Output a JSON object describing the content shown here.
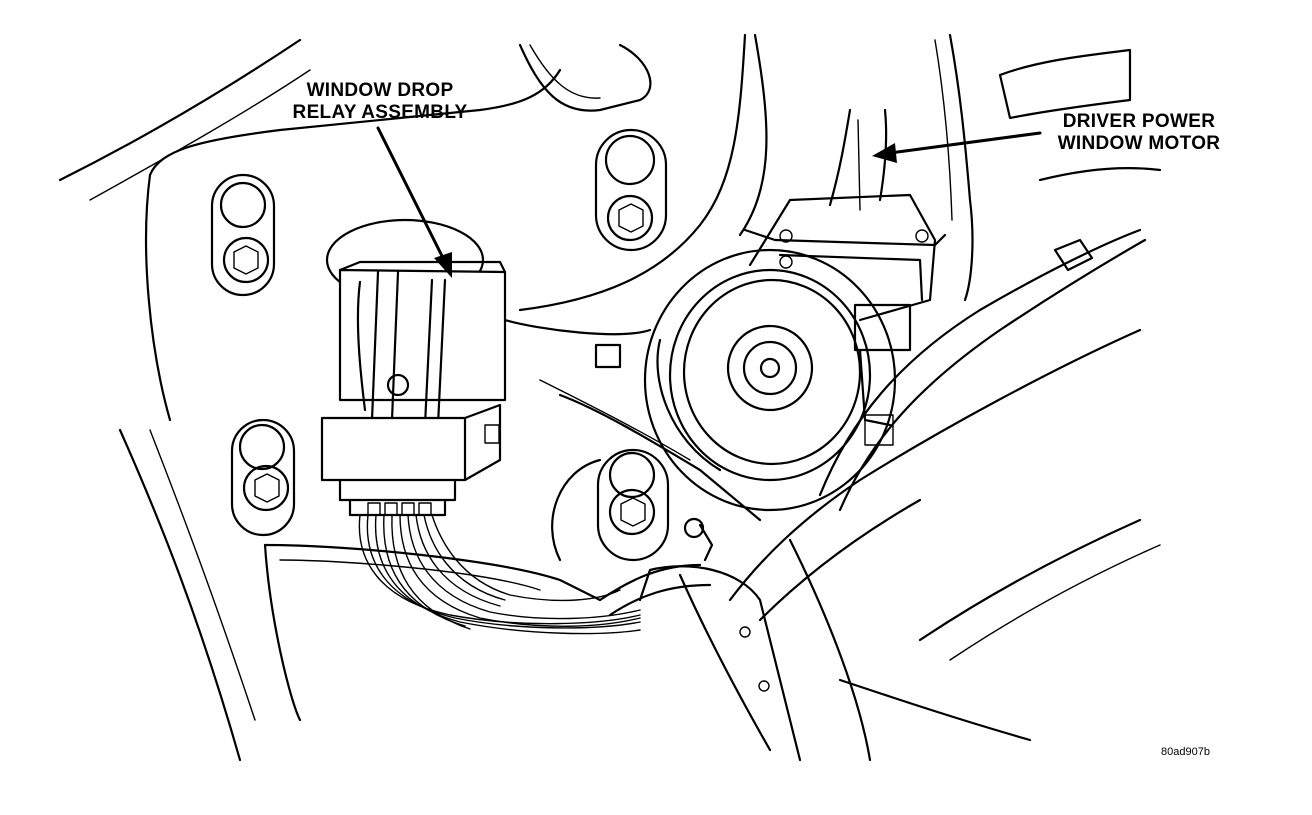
{
  "labels": {
    "relay_line1": "WINDOW DROP",
    "relay_line2": "RELAY ASSEMBLY",
    "motor_line1": "DRIVER POWER",
    "motor_line2": "WINDOW MOTOR"
  },
  "figure_id": "80ad907b"
}
